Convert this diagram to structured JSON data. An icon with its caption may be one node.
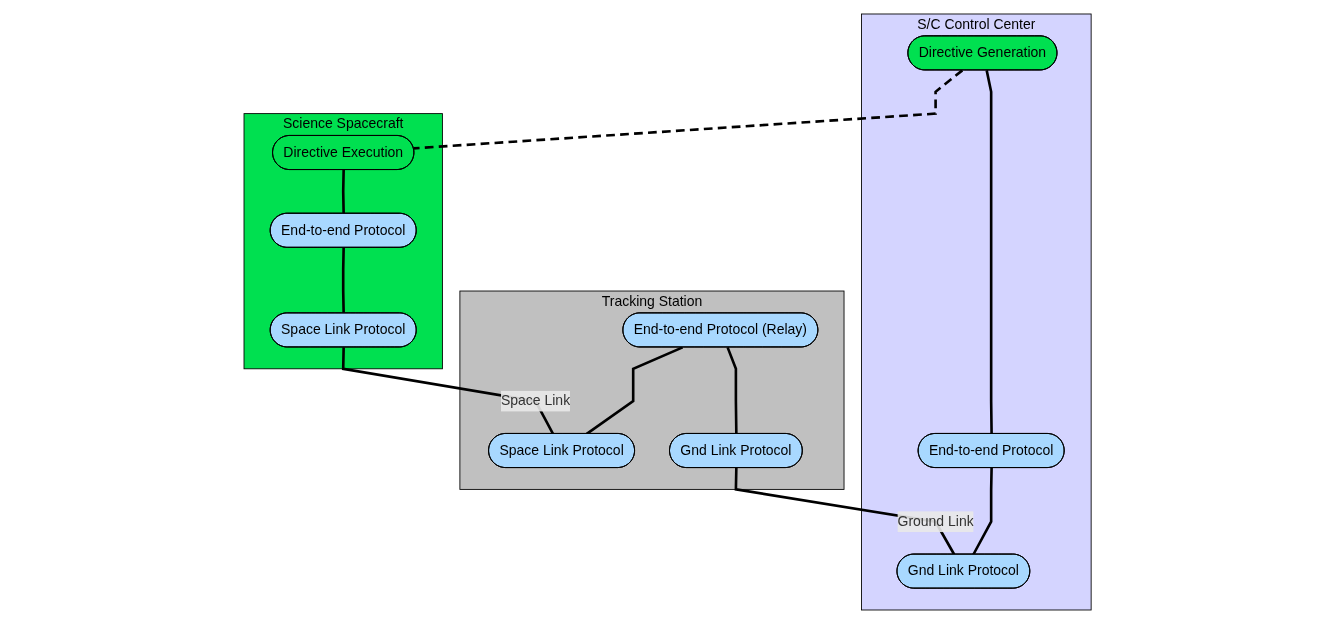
{
  "diagram": {
    "nodes": [
      {
        "text": [
          "Science Spacecraft"
        ]
      },
      {
        "text": [
          "Directive Execution"
        ],
        "in": 0
      },
      {
        "text": [
          "End-to-end Protocol"
        ],
        "in": 0
      },
      {
        "text": [
          "Space Link Protocol"
        ],
        "in": 0
      },
      {
        "text": [
          "Tracking Station"
        ]
      },
      {
        "text": [
          "End-to-end Protocol (Relay)"
        ],
        "in": 4
      },
      {
        "text": [
          "Space Link Protocol"
        ],
        "in": 4
      },
      {
        "text": [
          "Gnd Link Protocol"
        ],
        "in": 4
      },
      {
        "text": [
          "S/C Control Center"
        ]
      },
      {
        "text": [
          "Directive Generation"
        ],
        "in": 8
      },
      {
        "text": [
          "End-to-end Protocol"
        ],
        "in": 8
      },
      {
        "text": [
          "Gnd Link Protocol"
        ],
        "in": 8
      }
    ],
    "edges": [
      {
        "from": 1,
        "to": 2,
        "arrow": "none"
      },
      {
        "from": 2,
        "to": 3,
        "arrow": "none"
      },
      {
        "from": 9,
        "to": 10,
        "arrow": "none"
      },
      {
        "from": 10,
        "to": 11,
        "arrow": "none"
      },
      {
        "from": 5,
        "to": 6,
        "arrow": "none"
      },
      {
        "from": 5,
        "to": 7,
        "arrow": "none"
      },
      {
        "from": 3,
        "to": 6,
        "arrow": "none",
        "label": "Space Link"
      },
      {
        "from": 7,
        "to": 11,
        "arrow": "none",
        "label": "Ground Link"
      },
      {
        "from": 9,
        "to": 1,
        "arrow": "none",
        "style": "dashed"
      }
    ]
  }
}
